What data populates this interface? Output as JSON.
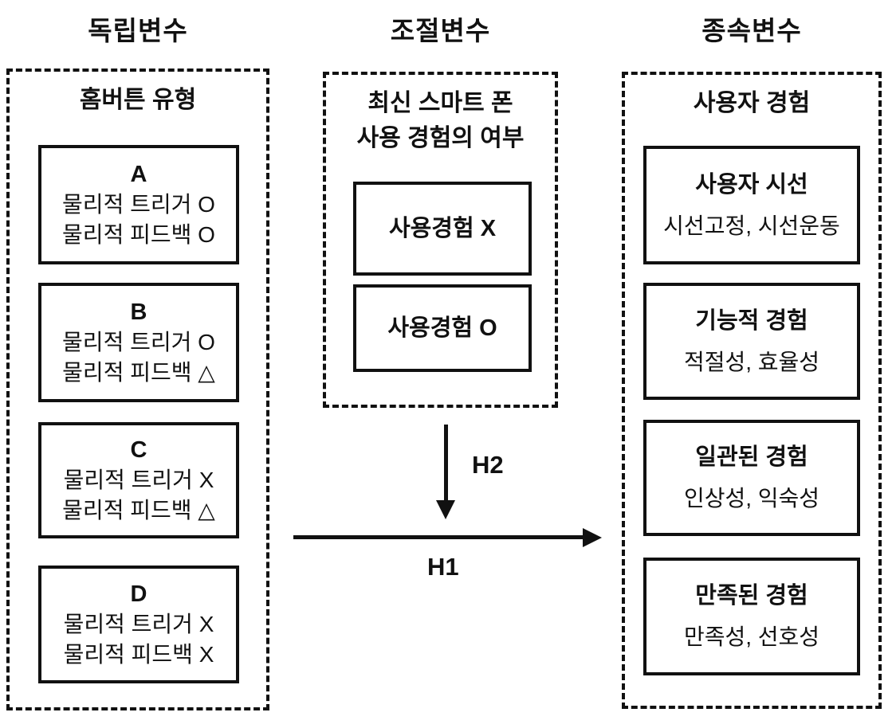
{
  "diagram": {
    "independent": {
      "header": "독립변수",
      "group_title": "홈버튼 유형",
      "boxes": [
        {
          "title": "A",
          "line1": "물리적 트리거 O",
          "line2": "물리적 피드백 O"
        },
        {
          "title": "B",
          "line1": "물리적 트리거 O",
          "line2": "물리적 피드백 △"
        },
        {
          "title": "C",
          "line1": "물리적 트리거 X",
          "line2": "물리적 피드백 △"
        },
        {
          "title": "D",
          "line1": "물리적 트리거 X",
          "line2": "물리적 피드백 X"
        }
      ]
    },
    "moderator": {
      "header": "조절변수",
      "title_line1": "최신 스마트 폰",
      "title_line2": "사용 경험의 여부",
      "boxes": [
        {
          "label": "사용경험 X"
        },
        {
          "label": "사용경험 O"
        }
      ]
    },
    "dependent": {
      "header": "종속변수",
      "group_title": "사용자 경험",
      "boxes": [
        {
          "title": "사용자 시선",
          "subtitle": "시선고정, 시선운동"
        },
        {
          "title": "기능적 경험",
          "subtitle": "적절성, 효율성"
        },
        {
          "title": "일관된 경험",
          "subtitle": "인상성, 익숙성"
        },
        {
          "title": "만족된 경험",
          "subtitle": "만족성, 선호성"
        }
      ]
    },
    "hypotheses": {
      "h1": "H1",
      "h2": "H2"
    }
  },
  "colors": {
    "line": "#111111",
    "background": "#ffffff"
  }
}
